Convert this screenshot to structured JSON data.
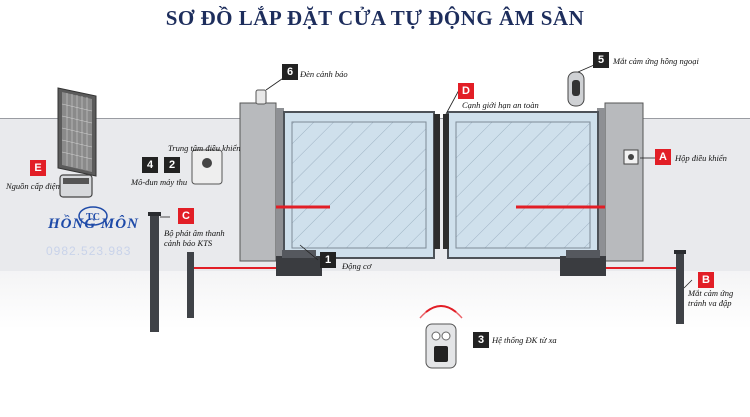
{
  "title": "SƠ ĐỒ LẮP ĐẶT CỬA TỰ ĐỘNG ÂM SÀN",
  "brand": {
    "name": "HỒNG MÔN",
    "logo_text": "TC",
    "phone": "0982.523.983"
  },
  "components": [
    {
      "id": "1",
      "label": "Động cơ"
    },
    {
      "id": "2",
      "label": "Mô-đun máy thu"
    },
    {
      "id": "3",
      "label": "Hệ thống ĐK từ xa"
    },
    {
      "id": "4",
      "label": "Trung tâm điều khiển"
    },
    {
      "id": "5",
      "label": "Mắt cảm ứng hồng ngoại"
    },
    {
      "id": "6",
      "label": "Đèn cảnh báo"
    },
    {
      "id": "A",
      "label": "Hộp điều khiển"
    },
    {
      "id": "B",
      "label_line1": "Mắt cảm ứng",
      "label_line2": "tránh va đập"
    },
    {
      "id": "C",
      "label_line1": "Bộ phát âm thanh",
      "label_line2": "cảnh báo KTS"
    },
    {
      "id": "D",
      "label": "Cạnh giới hạn an toàn"
    },
    {
      "id": "E",
      "label": "Nguồn cấp điện"
    }
  ],
  "colors": {
    "accent_red": "#e21e26",
    "title_navy": "#1d2d5c",
    "gate_blue": "#cfe0ec",
    "badge_dark": "#222222"
  }
}
